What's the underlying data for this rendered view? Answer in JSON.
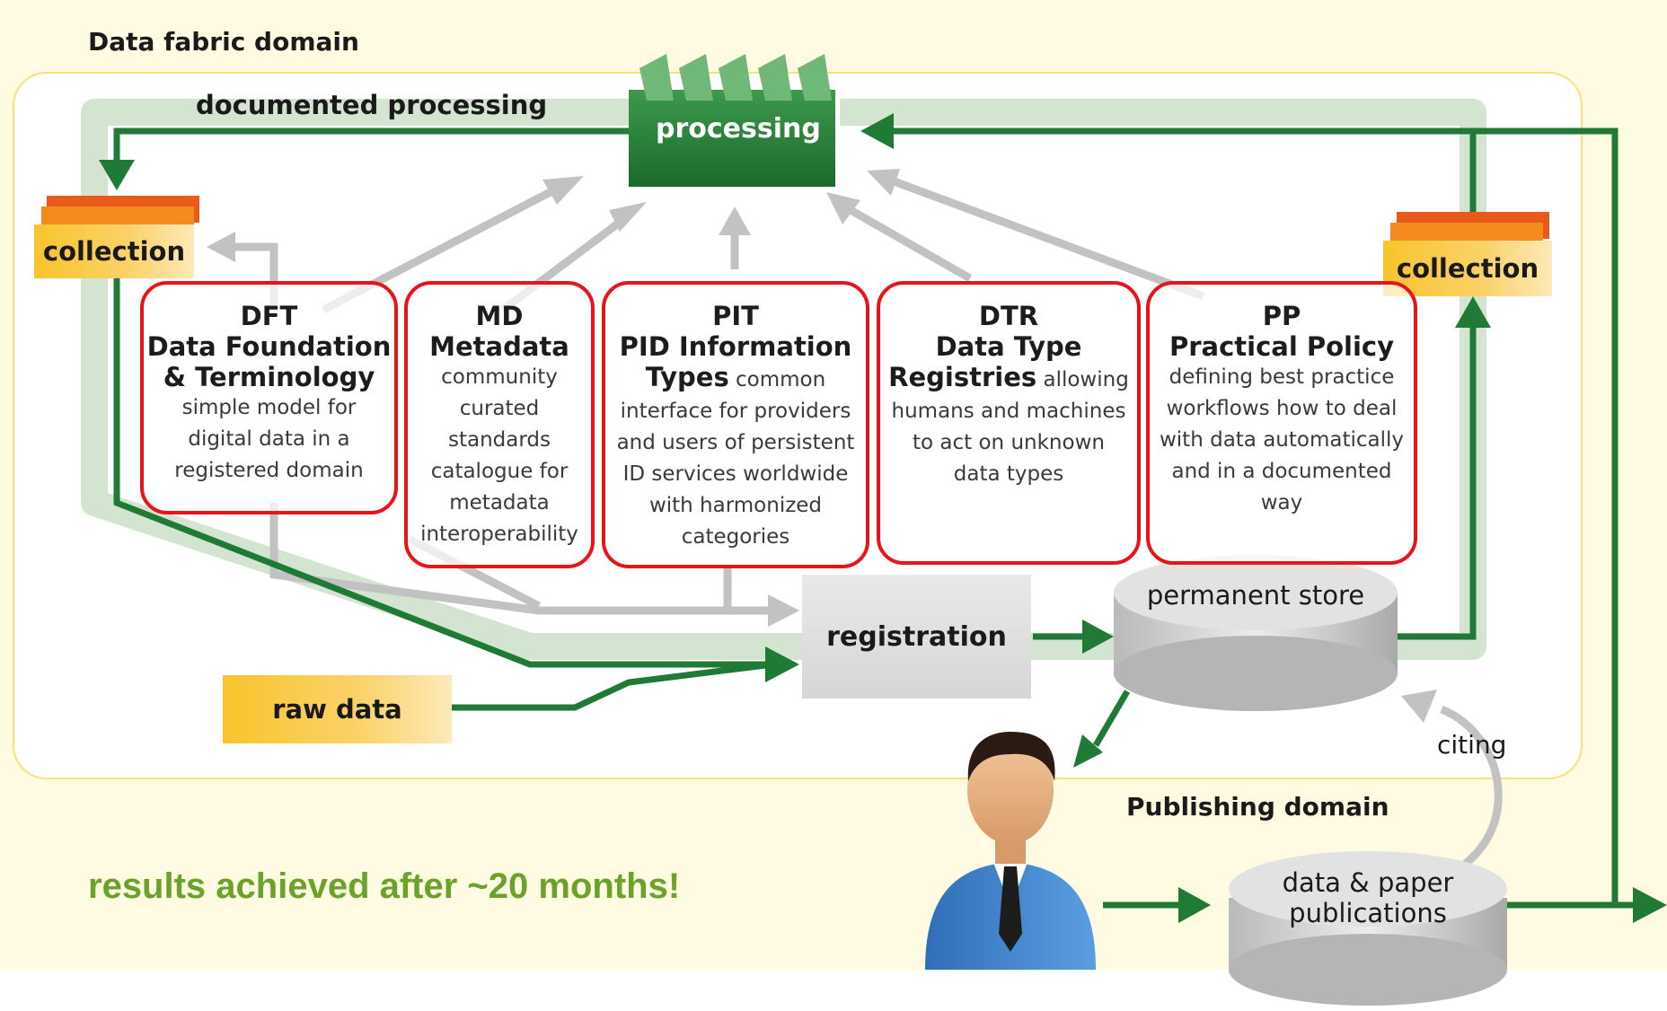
{
  "data_fabric_label": "Data fabric domain",
  "publishing_label": "Publishing domain",
  "documented_processing": "documented processing",
  "processing": "processing",
  "collection_left": "collection",
  "collection_right": "collection",
  "raw_data": "raw data",
  "registration": "registration",
  "permanent_store": "permanent store",
  "citing": "citing",
  "publications": [
    "data & paper",
    "publications"
  ],
  "results_note": "results achieved after ~20 months!",
  "groups": [
    {
      "code": "DFT",
      "title": [
        "Data Foundation",
        "& Terminology"
      ],
      "desc": [
        "simple model for",
        "digital data in a",
        "registered domain"
      ]
    },
    {
      "code": "MD",
      "title": [
        "Metadata"
      ],
      "desc": [
        "community",
        "curated",
        "standards",
        "catalogue for",
        "metadata",
        "interoperability"
      ]
    },
    {
      "code": "PIT",
      "title": [
        "PID Information"
      ],
      "title_inline": "Types",
      "desc_inline": " common",
      "desc": [
        "interface for providers",
        "and users of persistent",
        "ID services worldwide",
        "with harmonized",
        "categories"
      ]
    },
    {
      "code": "DTR",
      "title": [
        "Data Type"
      ],
      "title_inline": "Registries",
      "desc_inline": " allowing",
      "desc": [
        "humans and machines",
        "to act on unknown",
        "data types"
      ]
    },
    {
      "code": "PP",
      "title": [
        "Practical Policy"
      ],
      "desc": [
        "defining best practice",
        "workflows how to deal",
        "with data automatically",
        "and in a documented",
        "way"
      ]
    }
  ],
  "colors": {
    "background": "#fffbe3",
    "domain_border": "#f7e27a",
    "flow_green": "#1f7a35",
    "band_green": "#d3e5d1",
    "highlight_red": "#e8141a",
    "accent_text": "#6aa22a"
  }
}
